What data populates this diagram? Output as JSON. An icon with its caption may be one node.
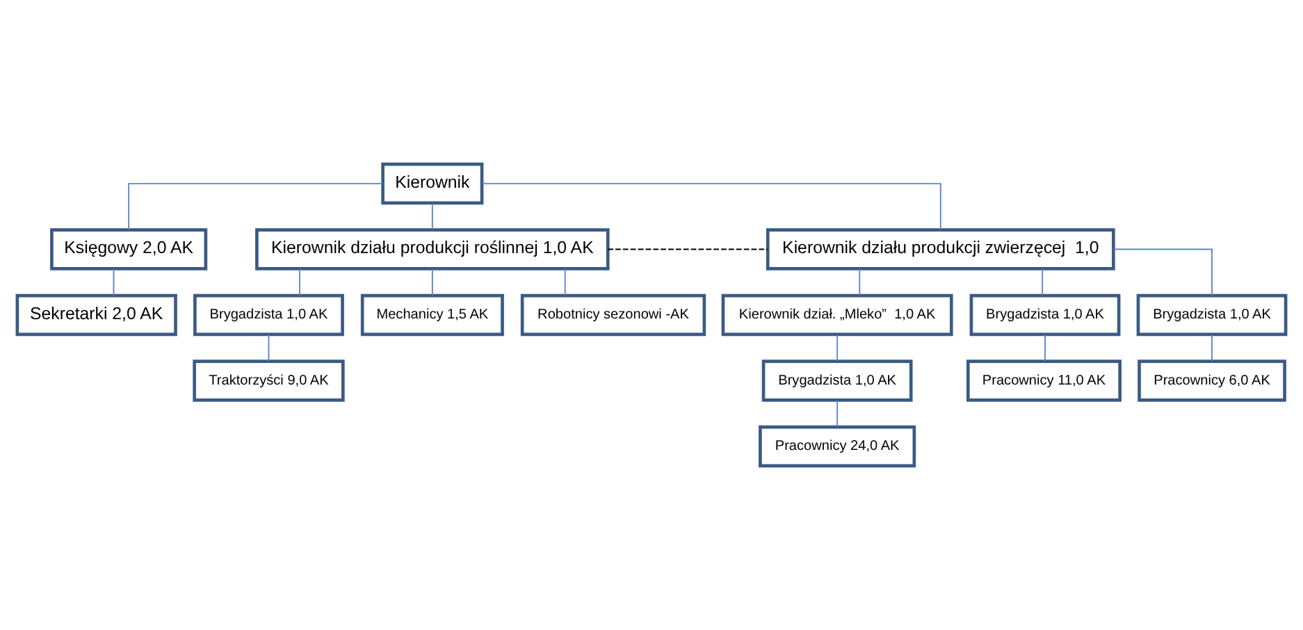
{
  "diagram": {
    "nodes": [
      {
        "text": [
          "Kierownik"
        ]
      },
      {
        "text": [
          "Księgowy 2,0 AK"
        ]
      },
      {
        "text": [
          "Sekretarki 2,0 AK"
        ]
      },
      {
        "text": [
          "Kierownik działu produkcji roślinnej 1,0 AK"
        ]
      },
      {
        "text": [
          "Kierownik działu produkcji zwierzęcej  1,0"
        ]
      },
      {
        "text": [
          "Brygadzista 1,0 AK"
        ]
      },
      {
        "text": [
          "Kierownik dział. „Mleko”  1,0 AK"
        ]
      },
      {
        "text": [
          "Brygadzista 1,0 AK"
        ]
      },
      {
        "text": [
          "Brygadzista 1,0 AK"
        ]
      },
      {
        "text": [
          "Brygadzista 1,0 AK"
        ]
      },
      {
        "text": [
          "Traktorzyści 9,0 AK"
        ]
      },
      {
        "text": [
          "Mechanicy 1,5 AK"
        ]
      },
      {
        "text": [
          "Robotnicy sezonowi -AK"
        ]
      },
      {
        "text": [
          "Pracownicy 24,0 AK"
        ]
      },
      {
        "text": [
          "Pracownicy 11,0 AK"
        ]
      },
      {
        "text": [
          "Pracownicy 6,0 AK"
        ]
      }
    ],
    "edges": [
      {
        "from": 0,
        "to": 1,
        "arrow": "none"
      },
      {
        "from": 1,
        "to": 2,
        "arrow": "none"
      },
      {
        "from": 0,
        "to": 3,
        "arrow": "none"
      },
      {
        "from": 0,
        "to": 4,
        "arrow": "none"
      },
      {
        "from": 3,
        "to": 4,
        "arrow": "none",
        "style": "dashed",
        "color": "#000000"
      },
      {
        "from": 3,
        "to": 5,
        "arrow": "none"
      },
      {
        "from": 3,
        "to": 11,
        "arrow": "none"
      },
      {
        "from": 3,
        "to": 12,
        "arrow": "none"
      },
      {
        "from": 5,
        "to": 10,
        "arrow": "none"
      },
      {
        "from": 4,
        "to": 6,
        "arrow": "none"
      },
      {
        "from": 4,
        "to": 8,
        "arrow": "none"
      },
      {
        "from": 4,
        "to": 9,
        "arrow": "none"
      },
      {
        "from": 6,
        "to": 7,
        "arrow": "none"
      },
      {
        "from": 7,
        "to": 13,
        "arrow": "none"
      },
      {
        "from": 8,
        "to": 14,
        "arrow": "none"
      },
      {
        "from": 9,
        "to": 15,
        "arrow": "none"
      }
    ]
  }
}
